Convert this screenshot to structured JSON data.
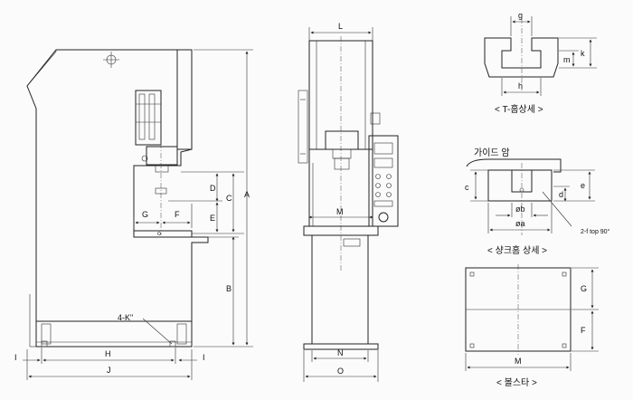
{
  "labels": {
    "side": {
      "A": "A",
      "B": "B",
      "C": "C",
      "D": "D",
      "E": "E",
      "F": "F",
      "G": "G",
      "H": "H",
      "I": "I",
      "J": "J",
      "I2": "I",
      "k": "4-K\""
    },
    "front": {
      "L": "L",
      "M": "M",
      "N": "N",
      "O": "O"
    },
    "tslot": {
      "g": "g",
      "k": "k",
      "m": "m",
      "h": "h",
      "caption": "< T-홈상세 >"
    },
    "shank": {
      "guide": "가이드 암",
      "c": "c",
      "d": "d",
      "e": "e",
      "b": "øb",
      "a": "øa",
      "f": "2-f top 90°",
      "caption": "< 샹크홈 상세 >"
    },
    "bolster": {
      "G": "G",
      "F": "F",
      "M": "M",
      "caption": "< 볼스타 >"
    }
  }
}
